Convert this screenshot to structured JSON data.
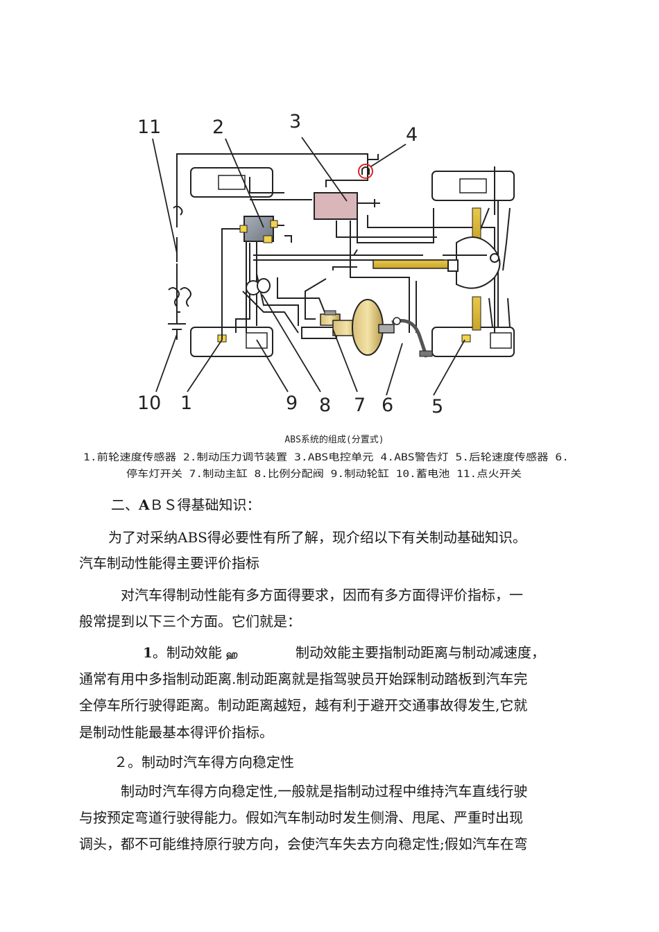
{
  "figure": {
    "labels": [
      "11",
      "2",
      "3",
      "4",
      "10",
      "1",
      "9",
      "8",
      "7",
      "6",
      "5"
    ],
    "caption_title": "ABS系统的组成(分置式)",
    "caption_line1": "1.前轮速度传感器 2.制动压力调节装置 3.ABS电控单元 4.ABS警告灯 5.后轮速度传感器 6.",
    "caption_line2": "停车灯开关 7.制动主缸 8.比例分配阀 9.制动轮缸 10.蓄电池 11.点火开关"
  },
  "text": {
    "heading_prefix": "二、",
    "heading_a": "A",
    "heading_rest": "ＢＳ得基础知识：",
    "intro": "为了对采纳ABS得必要性有所了解，现介绍以下有关制动基础知识。",
    "subheading": "汽车制动性能得主要评价指标",
    "para1_l1": "对汽车得制动性能有多方面得要求，因而有多方面得评价指标，一",
    "para1_l2": "般常提到以下三个方面。它们就是：",
    "item1_num": "1",
    "item1_title": "。制动效能",
    "item1_mark": "ஹ",
    "item1_text": "制动效能主要指制动距离与制动减速度，",
    "para2_l1": "通常有用中多指制动距离.制动距离就是指驾驶员开始踩制动踏板到汽车完",
    "para2_l2": "全停车所行驶得距离。制动距离越短，越有利于避开交通事故得发生,它就",
    "para2_l3": "是制动性能最基本得评价指标。",
    "item2": "２。制动时汽车得方向稳定性",
    "para3_l1": "制动时汽车得方向稳定性,一般就是指制动过程中维持汽车直线行驶",
    "para3_l2": "与按预定弯道行驶得能力。假如汽车制动时发生侧滑、甩尾、严重时出现",
    "para3_l3": "调头，都不可能维持原行驶方向，会使汽车失去方向稳定性;假如汽车在弯"
  }
}
